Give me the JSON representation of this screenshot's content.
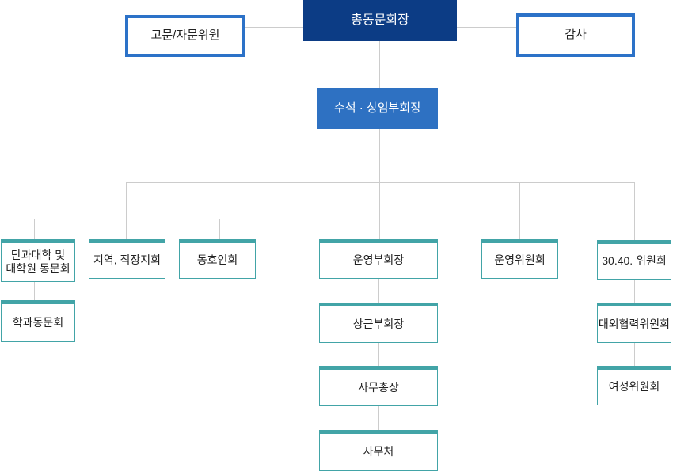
{
  "colors": {
    "navy": "#0c3c85",
    "blue": "#2e71c2",
    "blue_border": "#2c72c8",
    "teal": "#42a4a7",
    "line": "#cccccc",
    "text_dark": "#222222",
    "text_light": "#ffffff",
    "bg": "#ffffff"
  },
  "org_chart": {
    "type": "organization-diagram",
    "nodes": {
      "chairman": "총동문회장",
      "advisors": "고문/자문위원",
      "auditor": "감사",
      "senior_vice_chair": "수석 · 상임부회장",
      "college_alumni": {
        "line1": "단과대학 및",
        "line2": "대학원 동문회"
      },
      "dept_alumni": "학과동문회",
      "regional_chapters": "지역, 직장지회",
      "clubs": "동호인회",
      "operating_vice_chair": "운영부회장",
      "standing_vice_chair": "상근부회장",
      "secretary_general": "사무총장",
      "secretariat": "사무처",
      "steering_committee": "운영위원회",
      "committee_3040": "30.40. 위원회",
      "external_relations_committee": "대외협력위원회",
      "womens_committee": "여성위원회"
    }
  }
}
